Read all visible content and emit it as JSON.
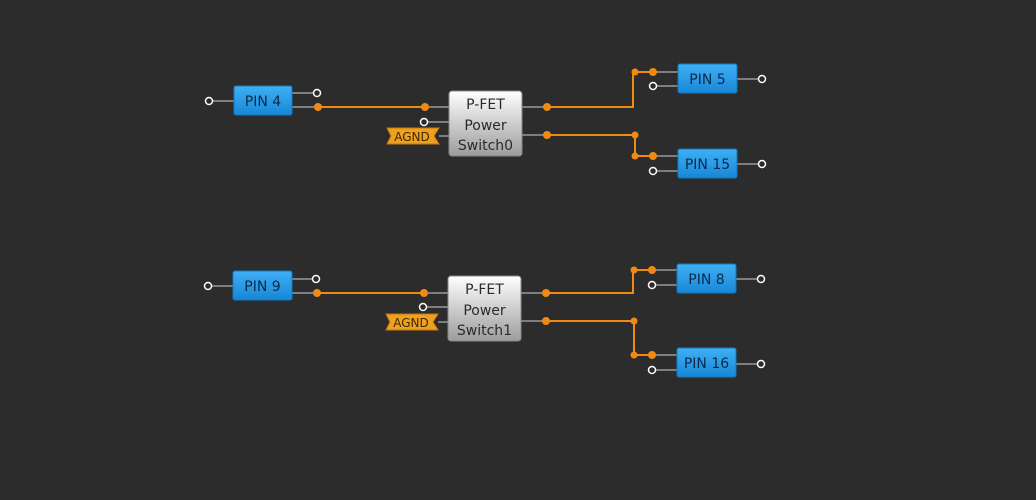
{
  "colors": {
    "background": "#2c2c2c",
    "wire": "#f08a12",
    "stub": "#9a9a9a",
    "pin_fill": "#2196e3",
    "pin_text": "#0a2a4a",
    "fet_fill": "#e6e6e6",
    "fet_text": "#2a2a2a",
    "agnd_fill": "#f0a020",
    "agnd_text": "#3a2a00"
  },
  "schematic": {
    "switch0": {
      "input_pin": "PIN 4",
      "fet_lines": [
        "P-FET",
        "Power",
        "Switch0"
      ],
      "agnd": "AGND",
      "output_pin_a": "PIN 5",
      "output_pin_b": "PIN 15"
    },
    "switch1": {
      "input_pin": "PIN 9",
      "fet_lines": [
        "P-FET",
        "Power",
        "Switch1"
      ],
      "agnd": "AGND",
      "output_pin_a": "PIN 8",
      "output_pin_b": "PIN 16"
    }
  }
}
